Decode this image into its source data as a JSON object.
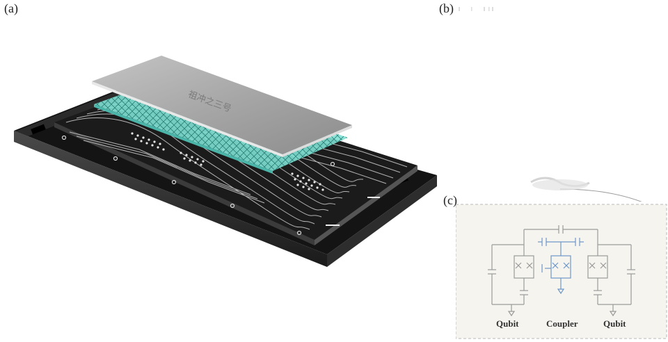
{
  "panels": {
    "a": {
      "label": "(a)"
    },
    "b": {
      "label": "(b)"
    },
    "c": {
      "label": "(c)"
    }
  },
  "chip": {
    "top_plate_marking": "祖冲之三号"
  },
  "circuit": {
    "labels": {
      "left_qubit": "Qubit",
      "coupler": "Coupler",
      "right_qubit": "Qubit"
    }
  },
  "colors": {
    "board": "#1b1b1b",
    "trace": "#cfcfcf",
    "teal_layer": "#5ccfc2",
    "top_plate": "#a9a9a9",
    "circuit_gray": "#9a9a9a",
    "coupler_blue": "#6d97c9",
    "panel_c_bg": "#f6f4ee"
  }
}
